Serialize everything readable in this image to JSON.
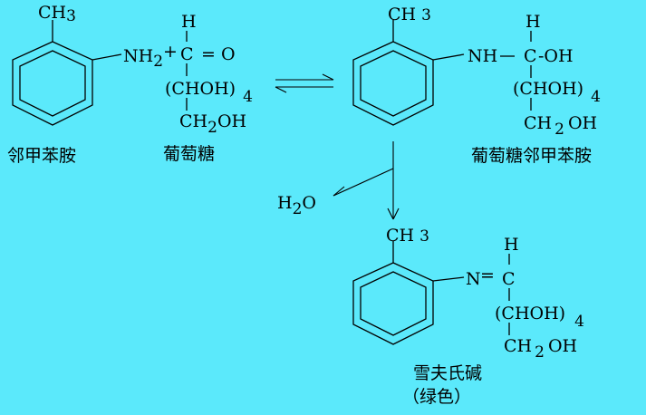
{
  "reactant": {
    "methyl": "CH",
    "methyl_sub": "3",
    "amine": "NH",
    "amine_sub": "2",
    "plus": "+",
    "name": "邻甲苯胺"
  },
  "glucose": {
    "h": "H",
    "c": "C",
    "eq_o": "= O",
    "chain": "(CHOH)",
    "chain_sub": "4",
    "ch2oh_a": "CH",
    "ch2oh_sub": "2",
    "ch2oh_b": "OH",
    "name": "葡萄糖"
  },
  "adduct": {
    "methyl": "CH",
    "methyl_sub": "3",
    "nh": "NH",
    "dash1": "—",
    "h": "H",
    "c": "C",
    "oh": "-OH",
    "chain": "(CHOH)",
    "chain_sub": "4",
    "ch2oh_a": "CH",
    "ch2oh_sub": "2",
    "ch2oh_b": "OH",
    "name": "葡萄糖邻甲苯胺"
  },
  "water": {
    "h": "H",
    "sub": "2",
    "o": "O"
  },
  "product": {
    "methyl": "CH",
    "methyl_sub": "3",
    "n": "N",
    "eq": "=",
    "h": "H",
    "c": "C",
    "chain": "(CHOH)",
    "chain_sub": "4",
    "ch2oh_a": "CH",
    "ch2oh_sub": "2",
    "ch2oh_b": "OH",
    "name": "雪夫氏碱",
    "color_note": "（绿色）"
  },
  "colors": {
    "background": "#5be9fb",
    "ink": "#000000"
  }
}
